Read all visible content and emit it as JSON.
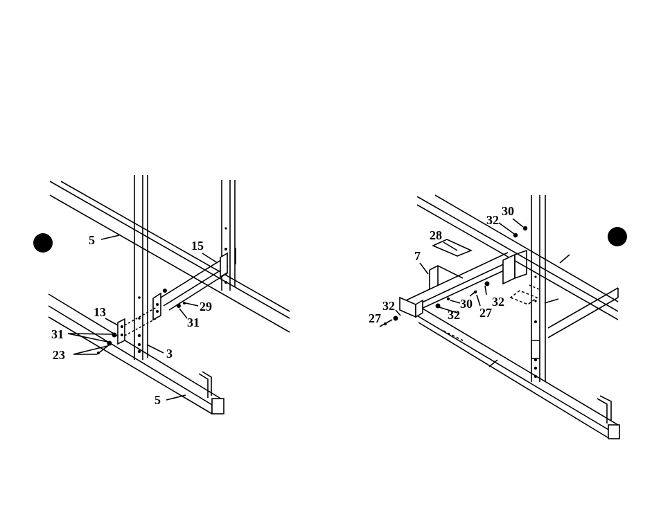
{
  "diagram_left": {
    "labels": {
      "l5a": "5",
      "l15": "15",
      "l13": "13",
      "l29": "29",
      "l31a": "31",
      "l31b": "31",
      "l23": "23",
      "l3": "3",
      "l5b": "5"
    }
  },
  "diagram_right": {
    "labels": {
      "r30a": "30",
      "r32a": "32",
      "r28": "28",
      "r7": "7",
      "r32b": "32",
      "r30b": "30",
      "r32c": "32",
      "r27a": "27",
      "r32d": "32",
      "r27b": "27"
    }
  }
}
